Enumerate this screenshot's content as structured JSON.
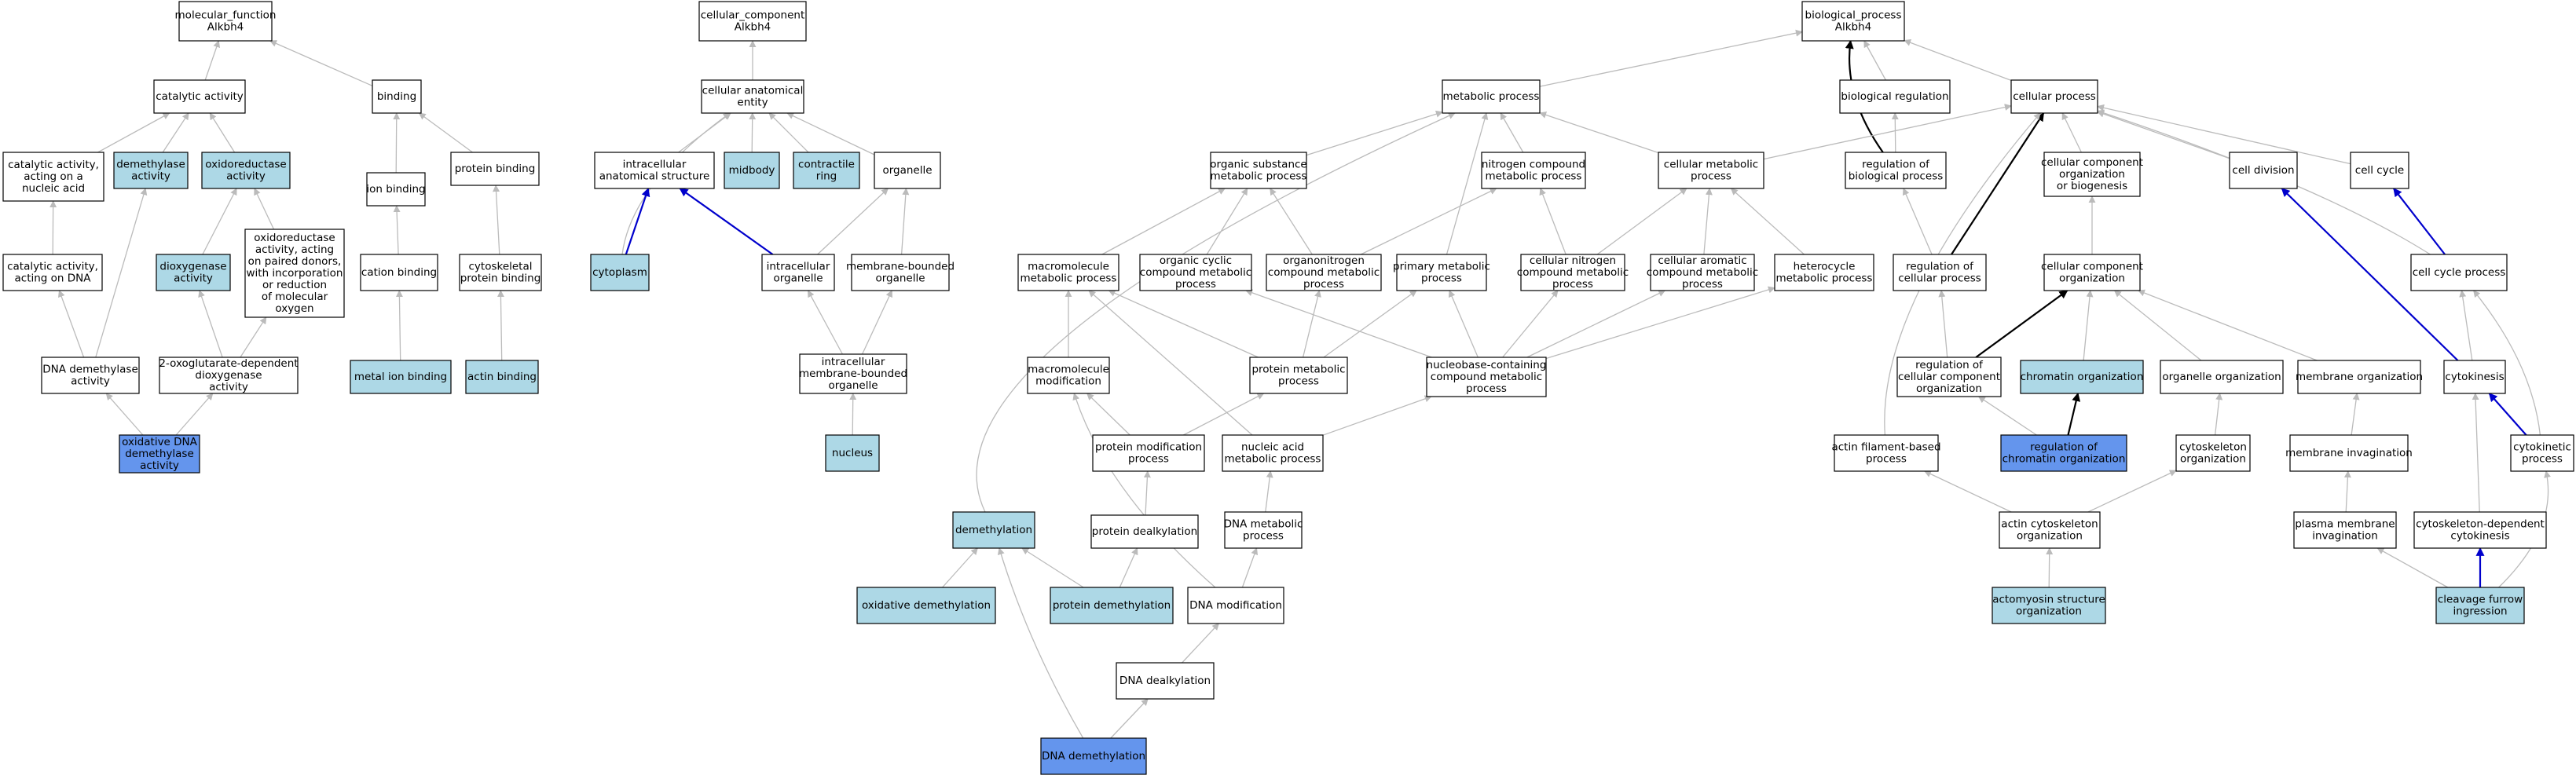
{
  "colors": {
    "edge": "#bbbbbb",
    "edge_black": "#000000",
    "edge_blue": "#0000cc",
    "white": "#ffffff",
    "light": "#add8e6",
    "dark": "#6495ed",
    "stroke": "#000000"
  },
  "nodes": [
    {
      "id": "mf",
      "lines": [
        "molecular_function",
        "Alkbh4"
      ],
      "fill": "white"
    },
    {
      "id": "catalytic",
      "lines": [
        "catalytic activity"
      ],
      "fill": "white"
    },
    {
      "id": "binding",
      "lines": [
        "binding"
      ],
      "fill": "white"
    },
    {
      "id": "cat_nucleic",
      "lines": [
        "catalytic activity,",
        "acting on a",
        "nucleic acid"
      ],
      "fill": "white"
    },
    {
      "id": "demethylase",
      "lines": [
        "demethylase",
        "activity"
      ],
      "fill": "light"
    },
    {
      "id": "oxidoreductase",
      "lines": [
        "oxidoreductase",
        "activity"
      ],
      "fill": "light"
    },
    {
      "id": "ion_binding",
      "lines": [
        "ion binding"
      ],
      "fill": "white"
    },
    {
      "id": "protein_binding",
      "lines": [
        "protein binding"
      ],
      "fill": "white"
    },
    {
      "id": "cat_dna",
      "lines": [
        "catalytic activity,",
        "acting on DNA"
      ],
      "fill": "white"
    },
    {
      "id": "dioxygenase",
      "lines": [
        "dioxygenase",
        "activity"
      ],
      "fill": "light"
    },
    {
      "id": "oxido_paired",
      "lines": [
        "oxidoreductase",
        "activity, acting",
        "on paired donors,",
        "with incorporation",
        "or reduction",
        "of molecular",
        "oxygen"
      ],
      "fill": "white"
    },
    {
      "id": "cation",
      "lines": [
        "cation binding"
      ],
      "fill": "white"
    },
    {
      "id": "cytoskeletal_pb",
      "lines": [
        "cytoskeletal",
        "protein binding"
      ],
      "fill": "white"
    },
    {
      "id": "dna_demethylase",
      "lines": [
        "DNA demethylase",
        "activity"
      ],
      "fill": "white"
    },
    {
      "id": "oxoglutarate",
      "lines": [
        "2-oxoglutarate-dependent",
        "dioxygenase",
        "activity"
      ],
      "fill": "white"
    },
    {
      "id": "metal_ion",
      "lines": [
        "metal ion binding"
      ],
      "fill": "light"
    },
    {
      "id": "actin_binding",
      "lines": [
        "actin binding"
      ],
      "fill": "light"
    },
    {
      "id": "ox_dna_demeth",
      "lines": [
        "oxidative DNA",
        "demethylase",
        "activity"
      ],
      "fill": "dark"
    },
    {
      "id": "cc",
      "lines": [
        "cellular_component",
        "Alkbh4"
      ],
      "fill": "white"
    },
    {
      "id": "cae",
      "lines": [
        "cellular anatomical",
        "entity"
      ],
      "fill": "white"
    },
    {
      "id": "intra_anat",
      "lines": [
        "intracellular",
        "anatomical structure"
      ],
      "fill": "white"
    },
    {
      "id": "midbody",
      "lines": [
        "midbody"
      ],
      "fill": "light"
    },
    {
      "id": "contractile",
      "lines": [
        "contractile",
        "ring"
      ],
      "fill": "light"
    },
    {
      "id": "organelle",
      "lines": [
        "organelle"
      ],
      "fill": "white"
    },
    {
      "id": "cytoplasm",
      "lines": [
        "cytoplasm"
      ],
      "fill": "light"
    },
    {
      "id": "intra_org",
      "lines": [
        "intracellular",
        "organelle"
      ],
      "fill": "white"
    },
    {
      "id": "mem_org",
      "lines": [
        "membrane-bounded",
        "organelle"
      ],
      "fill": "white"
    },
    {
      "id": "intra_mem_org",
      "lines": [
        "intracellular",
        "membrane-bounded",
        "organelle"
      ],
      "fill": "white"
    },
    {
      "id": "nucleus",
      "lines": [
        "nucleus"
      ],
      "fill": "light"
    },
    {
      "id": "bp",
      "lines": [
        "biological_process",
        "Alkbh4"
      ],
      "fill": "white"
    },
    {
      "id": "metabolic",
      "lines": [
        "metabolic process"
      ],
      "fill": "white"
    },
    {
      "id": "bio_reg",
      "lines": [
        "biological regulation"
      ],
      "fill": "white"
    },
    {
      "id": "cellular_proc",
      "lines": [
        "cellular process"
      ],
      "fill": "white"
    },
    {
      "id": "org_sub",
      "lines": [
        "organic substance",
        "metabolic process"
      ],
      "fill": "white"
    },
    {
      "id": "nitrogen",
      "lines": [
        "nitrogen compound",
        "metabolic process"
      ],
      "fill": "white"
    },
    {
      "id": "cell_metab",
      "lines": [
        "cellular metabolic",
        "process"
      ],
      "fill": "white"
    },
    {
      "id": "reg_bio",
      "lines": [
        "regulation of",
        "biological process"
      ],
      "fill": "white"
    },
    {
      "id": "cc_org_bio",
      "lines": [
        "cellular component",
        "organization",
        "or biogenesis"
      ],
      "fill": "white"
    },
    {
      "id": "cell_div",
      "lines": [
        "cell division"
      ],
      "fill": "white"
    },
    {
      "id": "cell_cycle",
      "lines": [
        "cell cycle"
      ],
      "fill": "white"
    },
    {
      "id": "macromol_met",
      "lines": [
        "macromolecule",
        "metabolic process"
      ],
      "fill": "white"
    },
    {
      "id": "org_cyclic",
      "lines": [
        "organic cyclic",
        "compound metabolic",
        "process"
      ],
      "fill": "white"
    },
    {
      "id": "organonitrogen",
      "lines": [
        "organonitrogen",
        "compound metabolic",
        "process"
      ],
      "fill": "white"
    },
    {
      "id": "primary_met",
      "lines": [
        "primary metabolic",
        "process"
      ],
      "fill": "white"
    },
    {
      "id": "cell_nitrogen",
      "lines": [
        "cellular nitrogen",
        "compound metabolic",
        "process"
      ],
      "fill": "white"
    },
    {
      "id": "cell_aromatic",
      "lines": [
        "cellular aromatic",
        "compound metabolic",
        "process"
      ],
      "fill": "white"
    },
    {
      "id": "heterocycle",
      "lines": [
        "heterocycle",
        "metabolic process"
      ],
      "fill": "white"
    },
    {
      "id": "reg_cell",
      "lines": [
        "regulation of",
        "cellular process"
      ],
      "fill": "white"
    },
    {
      "id": "cc_org",
      "lines": [
        "cellular component",
        "organization"
      ],
      "fill": "white"
    },
    {
      "id": "cell_cycle_proc",
      "lines": [
        "cell cycle process"
      ],
      "fill": "white"
    },
    {
      "id": "macromol_mod",
      "lines": [
        "macromolecule",
        "modification"
      ],
      "fill": "white"
    },
    {
      "id": "protein_met",
      "lines": [
        "protein metabolic",
        "process"
      ],
      "fill": "white"
    },
    {
      "id": "nucleobase",
      "lines": [
        "nucleobase-containing",
        "compound metabolic",
        "process"
      ],
      "fill": "white"
    },
    {
      "id": "reg_cc_org",
      "lines": [
        "regulation of",
        "cellular component",
        "organization"
      ],
      "fill": "white"
    },
    {
      "id": "chromatin_org",
      "lines": [
        "chromatin organization"
      ],
      "fill": "light"
    },
    {
      "id": "organelle_org",
      "lines": [
        "organelle organization"
      ],
      "fill": "white"
    },
    {
      "id": "membrane_org",
      "lines": [
        "membrane organization"
      ],
      "fill": "white"
    },
    {
      "id": "cytokinesis",
      "lines": [
        "cytokinesis"
      ],
      "fill": "white"
    },
    {
      "id": "protein_mod",
      "lines": [
        "protein modification",
        "process"
      ],
      "fill": "white"
    },
    {
      "id": "nucleic_met",
      "lines": [
        "nucleic acid",
        "metabolic process"
      ],
      "fill": "white"
    },
    {
      "id": "actin_fil",
      "lines": [
        "actin filament-based",
        "process"
      ],
      "fill": "white"
    },
    {
      "id": "reg_chromatin",
      "lines": [
        "regulation of",
        "chromatin organization"
      ],
      "fill": "dark"
    },
    {
      "id": "cytoskeleton_org",
      "lines": [
        "cytoskeleton",
        "organization"
      ],
      "fill": "white"
    },
    {
      "id": "membrane_inv",
      "lines": [
        "membrane invagination"
      ],
      "fill": "white"
    },
    {
      "id": "cytokinetic",
      "lines": [
        "cytokinetic",
        "process"
      ],
      "fill": "white"
    },
    {
      "id": "demethylation",
      "lines": [
        "demethylation"
      ],
      "fill": "light"
    },
    {
      "id": "protein_dealk",
      "lines": [
        "protein dealkylation"
      ],
      "fill": "white"
    },
    {
      "id": "dna_metab",
      "lines": [
        "DNA metabolic",
        "process"
      ],
      "fill": "white"
    },
    {
      "id": "actin_cyto_org",
      "lines": [
        "actin cytoskeleton",
        "organization"
      ],
      "fill": "white"
    },
    {
      "id": "plasma_inv",
      "lines": [
        "plasma membrane",
        "invagination"
      ],
      "fill": "white"
    },
    {
      "id": "cyto_dep",
      "lines": [
        "cytoskeleton-dependent",
        "cytokinesis"
      ],
      "fill": "white"
    },
    {
      "id": "ox_demeth",
      "lines": [
        "oxidative demethylation"
      ],
      "fill": "light"
    },
    {
      "id": "protein_demeth",
      "lines": [
        "protein demethylation"
      ],
      "fill": "light"
    },
    {
      "id": "dna_mod",
      "lines": [
        "DNA modification"
      ],
      "fill": "white"
    },
    {
      "id": "actomyosin",
      "lines": [
        "actomyosin structure",
        "organization"
      ],
      "fill": "light"
    },
    {
      "id": "cleavage",
      "lines": [
        "cleavage furrow",
        "ingression"
      ],
      "fill": "light"
    },
    {
      "id": "dna_dealk",
      "lines": [
        "DNA dealkylation"
      ],
      "fill": "white"
    },
    {
      "id": "dna_demeth",
      "lines": [
        "DNA demethylation"
      ],
      "fill": "dark"
    }
  ],
  "edges": [
    [
      "catalytic",
      "mf",
      "gray"
    ],
    [
      "binding",
      "mf",
      "gray"
    ],
    [
      "cat_nucleic",
      "catalytic",
      "gray"
    ],
    [
      "demethylase",
      "catalytic",
      "gray"
    ],
    [
      "oxidoreductase",
      "catalytic",
      "gray"
    ],
    [
      "ion_binding",
      "binding",
      "gray"
    ],
    [
      "protein_binding",
      "binding",
      "gray"
    ],
    [
      "cat_dna",
      "cat_nucleic",
      "gray"
    ],
    [
      "dioxygenase",
      "oxidoreductase",
      "gray"
    ],
    [
      "oxido_paired",
      "oxidoreductase",
      "gray"
    ],
    [
      "cation",
      "ion_binding",
      "gray"
    ],
    [
      "cytoskeletal_pb",
      "protein_binding",
      "gray"
    ],
    [
      "dna_demethylase",
      "cat_dna",
      "gray"
    ],
    [
      "dna_demethylase",
      "demethylase",
      "gray"
    ],
    [
      "oxoglutarate",
      "dioxygenase",
      "gray"
    ],
    [
      "oxoglutarate",
      "oxido_paired",
      "gray"
    ],
    [
      "metal_ion",
      "cation",
      "gray"
    ],
    [
      "actin_binding",
      "cytoskeletal_pb",
      "gray"
    ],
    [
      "ox_dna_demeth",
      "dna_demethylase",
      "gray"
    ],
    [
      "ox_dna_demeth",
      "oxoglutarate",
      "gray"
    ],
    [
      "cae",
      "cc",
      "gray"
    ],
    [
      "intra_anat",
      "cae",
      "gray"
    ],
    [
      "midbody",
      "cae",
      "gray"
    ],
    [
      "contractile",
      "cae",
      "gray"
    ],
    [
      "organelle",
      "cae",
      "gray"
    ],
    [
      "cytoplasm",
      "cae",
      "gray"
    ],
    [
      "cytoplasm",
      "intra_anat",
      "blue"
    ],
    [
      "intra_org",
      "intra_anat",
      "blue"
    ],
    [
      "intra_org",
      "organelle",
      "gray"
    ],
    [
      "mem_org",
      "organelle",
      "gray"
    ],
    [
      "intra_mem_org",
      "intra_org",
      "gray"
    ],
    [
      "intra_mem_org",
      "mem_org",
      "gray"
    ],
    [
      "nucleus",
      "intra_mem_org",
      "gray"
    ],
    [
      "metabolic",
      "bp",
      "gray"
    ],
    [
      "bio_reg",
      "bp",
      "gray"
    ],
    [
      "cellular_proc",
      "bp",
      "gray"
    ],
    [
      "reg_bio",
      "bp",
      "black"
    ],
    [
      "org_sub",
      "metabolic",
      "gray"
    ],
    [
      "nitrogen",
      "metabolic",
      "gray"
    ],
    [
      "cell_metab",
      "metabolic",
      "gray"
    ],
    [
      "primary_met",
      "metabolic",
      "gray"
    ],
    [
      "cell_metab",
      "cellular_proc",
      "gray"
    ],
    [
      "reg_bio",
      "bio_reg",
      "gray"
    ],
    [
      "cc_org_bio",
      "cellular_proc",
      "gray"
    ],
    [
      "cell_div",
      "cellular_proc",
      "gray"
    ],
    [
      "cell_cycle",
      "cellular_proc",
      "gray"
    ],
    [
      "cell_cycle_proc",
      "cellular_proc",
      "gray"
    ],
    [
      "reg_cell",
      "cellular_proc",
      "black"
    ],
    [
      "actin_fil",
      "cellular_proc",
      "gray"
    ],
    [
      "macromol_met",
      "org_sub",
      "gray"
    ],
    [
      "org_cyclic",
      "org_sub",
      "gray"
    ],
    [
      "organonitrogen",
      "org_sub",
      "gray"
    ],
    [
      "organonitrogen",
      "nitrogen",
      "gray"
    ],
    [
      "cell_nitrogen",
      "nitrogen",
      "gray"
    ],
    [
      "cell_nitrogen",
      "cell_metab",
      "gray"
    ],
    [
      "cell_aromatic",
      "cell_metab",
      "gray"
    ],
    [
      "heterocycle",
      "cell_metab",
      "gray"
    ],
    [
      "reg_cell",
      "reg_bio",
      "gray"
    ],
    [
      "cc_org",
      "cc_org_bio",
      "gray"
    ],
    [
      "cytokinesis",
      "cell_div",
      "blue"
    ],
    [
      "cell_cycle_proc",
      "cell_cycle",
      "blue"
    ],
    [
      "macromol_mod",
      "macromol_met",
      "gray"
    ],
    [
      "protein_met",
      "macromol_met",
      "gray"
    ],
    [
      "nucleic_met",
      "macromol_met",
      "gray"
    ],
    [
      "nucleobase",
      "org_cyclic",
      "gray"
    ],
    [
      "protein_met",
      "organonitrogen",
      "gray"
    ],
    [
      "protein_met",
      "primary_met",
      "gray"
    ],
    [
      "nucleobase",
      "primary_met",
      "gray"
    ],
    [
      "nucleobase",
      "cell_nitrogen",
      "gray"
    ],
    [
      "nucleobase",
      "cell_aromatic",
      "gray"
    ],
    [
      "nucleobase",
      "heterocycle",
      "gray"
    ],
    [
      "reg_cc_org",
      "reg_cell",
      "gray"
    ],
    [
      "reg_cc_org",
      "cc_org",
      "black"
    ],
    [
      "chromatin_org",
      "cc_org",
      "gray"
    ],
    [
      "organelle_org",
      "cc_org",
      "gray"
    ],
    [
      "membrane_org",
      "cc_org",
      "gray"
    ],
    [
      "cytokinesis",
      "cell_cycle_proc",
      "gray"
    ],
    [
      "cytokinetic",
      "cell_cycle_proc",
      "gray"
    ],
    [
      "protein_mod",
      "macromol_mod",
      "gray"
    ],
    [
      "protein_mod",
      "protein_met",
      "gray"
    ],
    [
      "nucleic_met",
      "nucleobase",
      "gray"
    ],
    [
      "reg_chromatin",
      "reg_cc_org",
      "gray"
    ],
    [
      "reg_chromatin",
      "chromatin_org",
      "black"
    ],
    [
      "cytoskeleton_org",
      "organelle_org",
      "gray"
    ],
    [
      "membrane_inv",
      "membrane_org",
      "gray"
    ],
    [
      "cytokinetic",
      "cytokinesis",
      "blue"
    ],
    [
      "protein_dealk",
      "protein_mod",
      "gray"
    ],
    [
      "dna_metab",
      "nucleic_met",
      "gray"
    ],
    [
      "actin_cyto_org",
      "actin_fil",
      "gray"
    ],
    [
      "actin_cyto_org",
      "cytoskeleton_org",
      "gray"
    ],
    [
      "plasma_inv",
      "membrane_inv",
      "gray"
    ],
    [
      "cyto_dep",
      "cytokinesis",
      "gray"
    ],
    [
      "demethylation",
      "metabolic",
      "gray"
    ],
    [
      "ox_demeth",
      "demethylation",
      "gray"
    ],
    [
      "protein_demeth",
      "demethylation",
      "gray"
    ],
    [
      "protein_demeth",
      "protein_dealk",
      "gray"
    ],
    [
      "dna_mod",
      "macromol_mod",
      "gray"
    ],
    [
      "dna_mod",
      "dna_metab",
      "gray"
    ],
    [
      "actomyosin",
      "actin_cyto_org",
      "gray"
    ],
    [
      "cleavage",
      "plasma_inv",
      "gray"
    ],
    [
      "cleavage",
      "cyto_dep",
      "blue"
    ],
    [
      "cleavage",
      "cytokinetic",
      "gray"
    ],
    [
      "dna_dealk",
      "dna_mod",
      "gray"
    ],
    [
      "dna_demeth",
      "dna_dealk",
      "gray"
    ],
    [
      "dna_demeth",
      "demethylation",
      "gray"
    ]
  ]
}
